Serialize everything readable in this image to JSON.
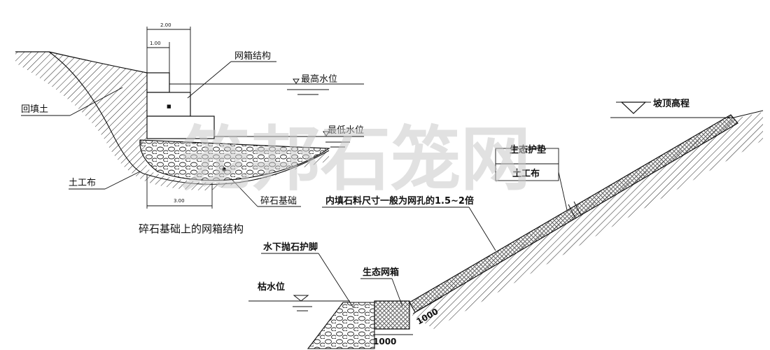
{
  "watermark": "笼邦石笼网",
  "left_section": {
    "caption": "碎石基础上的网箱结构",
    "labels": {
      "gabion_structure": "网箱结构",
      "highest_water_level": "最高水位",
      "lowest_water_level": "最低水位",
      "backfill": "回填土",
      "geotextile": "土工布",
      "gravel_foundation": "碎石基础"
    },
    "dims": {
      "top_width": "2.00",
      "step_width": "1.00",
      "base_width": "3.00"
    }
  },
  "right_section": {
    "labels": {
      "slope_top_elevation": "坡顶高程",
      "eco_mattress": "生态护垫",
      "geotextile": "土工布",
      "fill_stone_note": "内填石料尺寸一般为网孔的1.5~2倍",
      "underwater_riprap_toe": "水下抛石护脚",
      "dry_water_level": "枯水位",
      "eco_gabion_box": "生态网箱"
    },
    "dims": {
      "box_width": "1000",
      "mattress_thickness": "1000"
    }
  }
}
